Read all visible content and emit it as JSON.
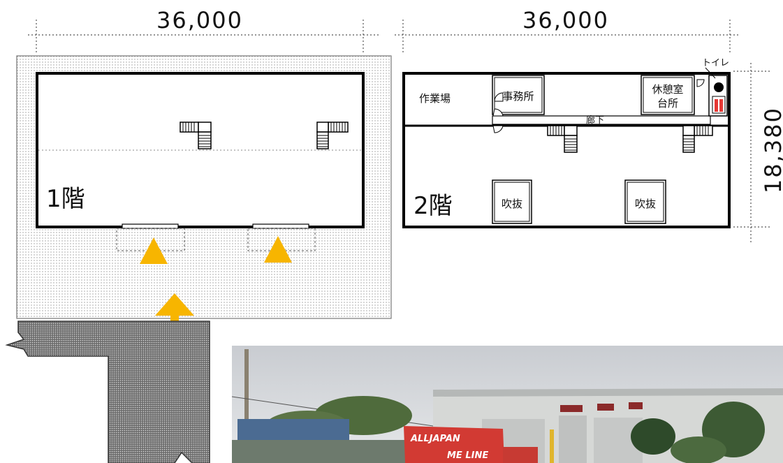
{
  "dimensions": {
    "width_floor1": "36,000",
    "width_floor2": "36,000",
    "depth": "18,380"
  },
  "floor1": {
    "label": "1階"
  },
  "floor2": {
    "label": "2階",
    "rooms": {
      "workshop": "作業場",
      "office": "事務所",
      "break_room": "休憩室",
      "kitchen": "台所",
      "corridor": "廊下",
      "toilet": "トイレ",
      "atrium_left": "吹抜",
      "atrium_right": "吹抜"
    }
  },
  "photo": {
    "truck_sign_line1": "ALLJAPAN",
    "truck_sign_line2": "ME LINE"
  },
  "colors": {
    "arrow": "#f7b500",
    "toilet_mark": "#e53935",
    "outline": "#000000"
  }
}
